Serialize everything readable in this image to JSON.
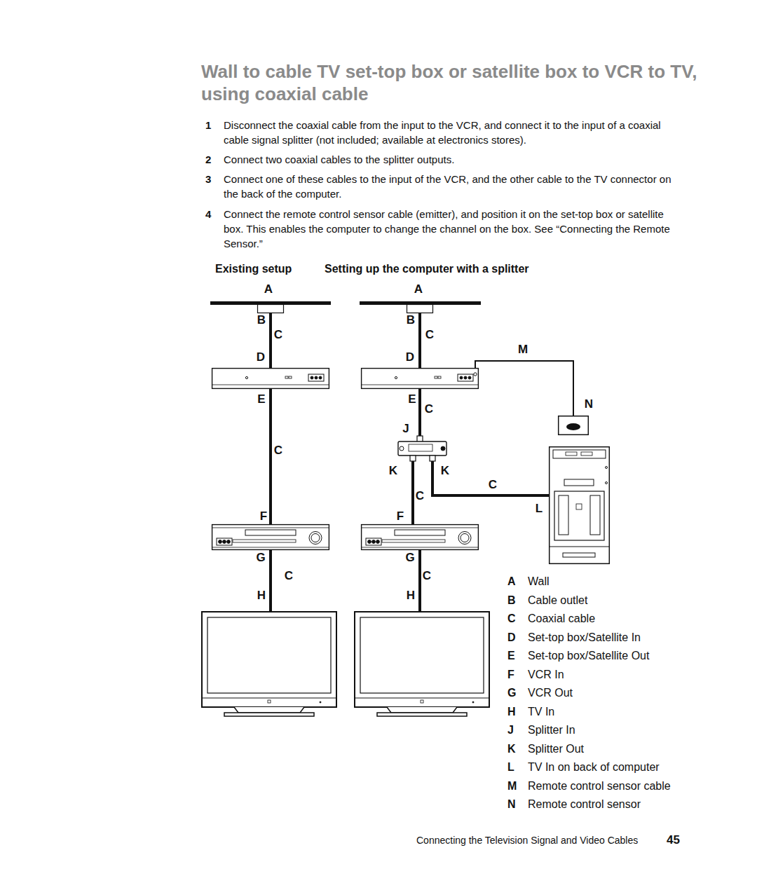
{
  "diagram": {
    "title": "Wall to cable TV set-top box or satellite box to VCR to TV, using coaxial cable",
    "nodes": [
      {
        "text": [
          "A"
        ]
      },
      {
        "text": [
          "B"
        ]
      },
      {
        "text": [
          "D",
          "E"
        ]
      },
      {
        "text": [
          "F",
          "G"
        ]
      },
      {
        "text": [
          "H"
        ]
      },
      {
        "text": [
          "A"
        ]
      },
      {
        "text": [
          "B"
        ]
      },
      {
        "text": [
          "D",
          "E"
        ]
      },
      {
        "text": [
          "J",
          "K",
          "K"
        ]
      },
      {
        "text": [
          "F",
          "G"
        ]
      },
      {
        "text": [
          "H"
        ]
      },
      {
        "text": [
          "N"
        ]
      },
      {
        "text": [
          "L"
        ]
      }
    ],
    "edges": [
      {
        "from": 1,
        "to": 2,
        "arrow": "none",
        "label": "C"
      },
      {
        "from": 2,
        "to": 3,
        "arrow": "none",
        "label": "C"
      },
      {
        "from": 3,
        "to": 4,
        "arrow": "none",
        "label": "C"
      },
      {
        "from": 6,
        "to": 7,
        "arrow": "none",
        "label": "C"
      },
      {
        "from": 7,
        "to": 8,
        "arrow": "none",
        "label": "C"
      },
      {
        "from": 8,
        "to": 9,
        "arrow": "none",
        "label": "C"
      },
      {
        "from": 8,
        "to": 12,
        "arrow": "none",
        "label": "C"
      },
      {
        "from": 9,
        "to": 10,
        "arrow": "none",
        "label": "C"
      },
      {
        "from": 7,
        "to": 11,
        "arrow": "none",
        "label": "M"
      }
    ],
    "labels": [
      "1",
      "Disconnect the coaxial cable from the input to the VCR, and connect it to the input of a coaxial cable signal splitter (not included; available at electronics stores).",
      "2",
      "Connect two coaxial cables to the splitter outputs.",
      "3",
      "Connect one of these cables to the input of the VCR, and the other cable to the TV connector on the back of the computer.",
      "4",
      "Connect the remote control sensor cable (emitter), and position it on the set-top box or satellite box. This enables the computer to change the channel on the box. See “Connecting the Remote Sensor.”",
      "Existing setup",
      "Setting up the computer with a splitter",
      "A",
      "Wall",
      "B",
      "Cable outlet",
      "C",
      "Coaxial cable",
      "D",
      "Set-top box/Satellite In",
      "E",
      "Set-top box/Satellite Out",
      "F",
      "VCR In",
      "G",
      "VCR Out",
      "H",
      "TV In",
      "J",
      "Splitter In",
      "K",
      "Splitter Out",
      "L",
      "TV In on back of computer",
      "M",
      "Remote control sensor cable",
      "N",
      "Remote control sensor",
      "Connecting the Television Signal and Video Cables",
      "45"
    ]
  }
}
